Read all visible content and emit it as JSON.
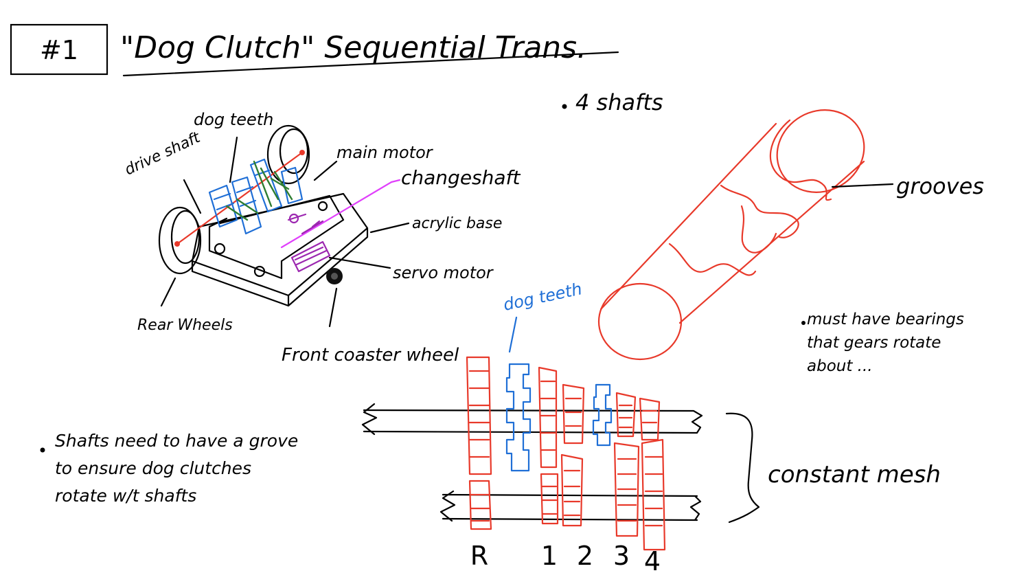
{
  "title": {
    "number": "#1",
    "text": "\"Dog Clutch\" Sequential Trans."
  },
  "car_sketch": {
    "labels": {
      "dog_teeth": "dog teeth",
      "drive_shaft": "drive shaft",
      "main_motor": "main motor",
      "change_shaft": "changeshaft",
      "acrylic_base": "acrylic base",
      "servo_motor": "servo motor",
      "rear_wheels": "Rear Wheels",
      "front_coaster_wheel": "Front coaster wheel"
    }
  },
  "notes": {
    "shafts_count": "4 shafts",
    "grooves": "grooves",
    "bearings": "must have bearings that gears rotate about ...",
    "shafts_groove": "Shafts need to have a grove to ensure dog clutches rotate w/t shafts"
  },
  "gearbox": {
    "dog_teeth_label": "dog teeth",
    "constant_mesh": "constant mesh",
    "gear_labels": [
      "R",
      "1",
      "2",
      "3",
      "4"
    ]
  },
  "colors": {
    "ink": "#000000",
    "red": "#e8392a",
    "blue": "#1f6fd6",
    "green": "#2e7d32",
    "purple": "#9c27b0",
    "magenta": "#e040fb"
  }
}
